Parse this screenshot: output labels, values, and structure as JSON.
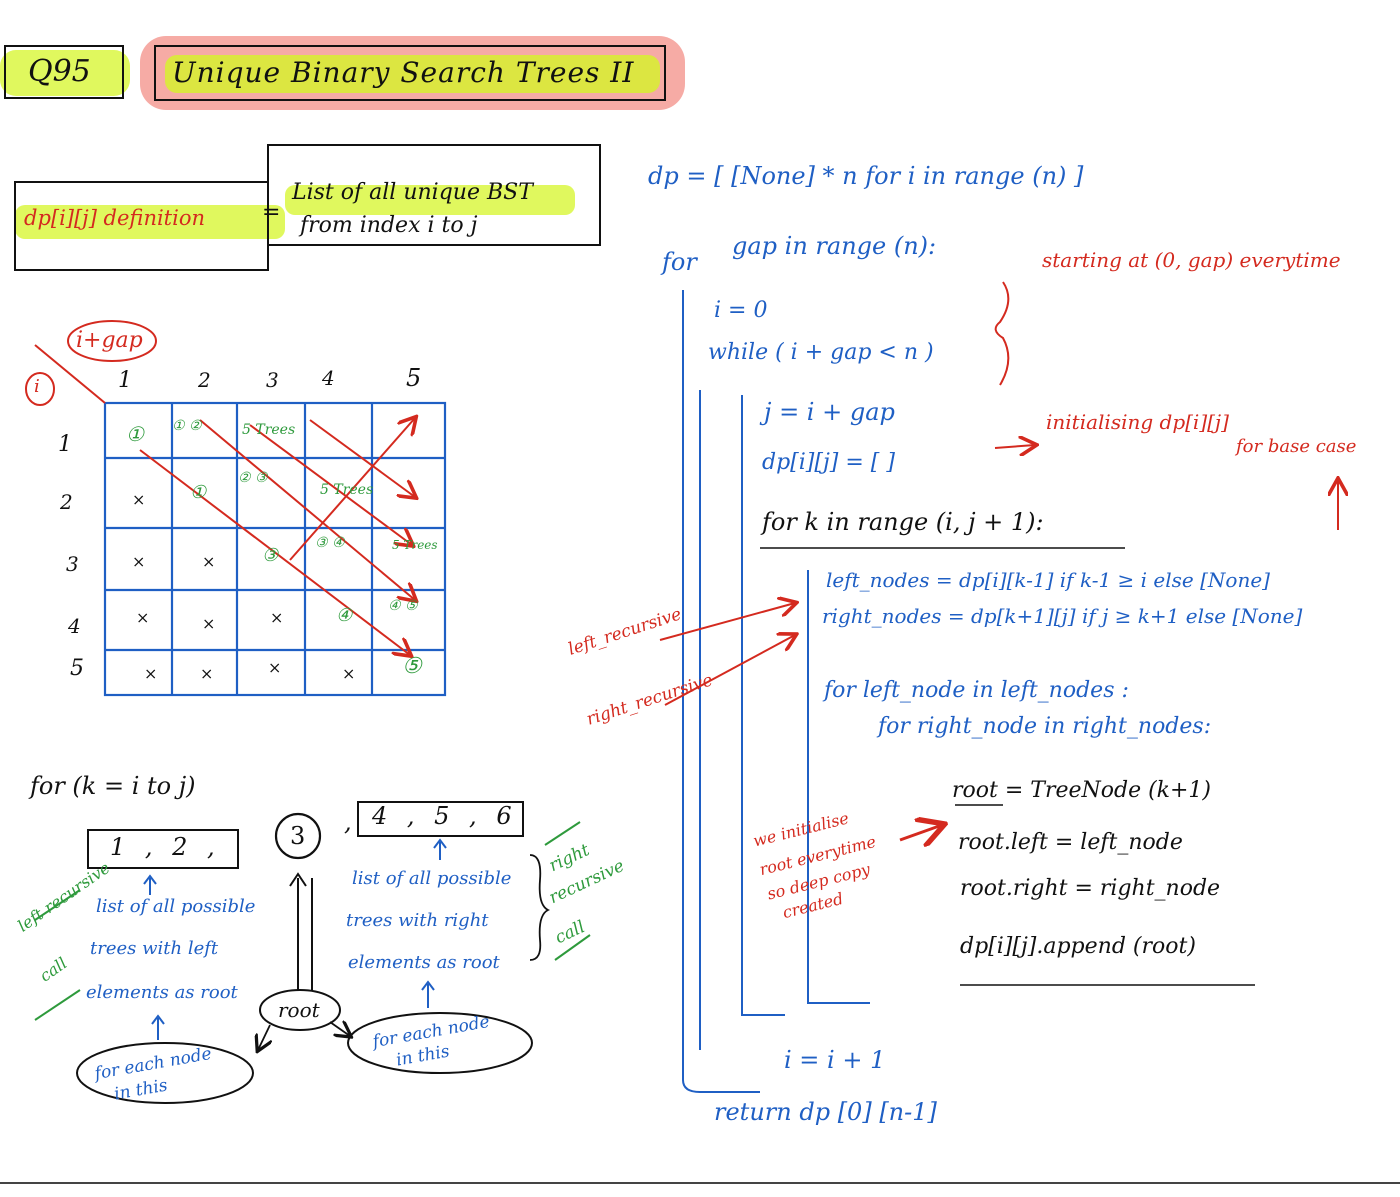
{
  "header": {
    "badge": "Q95",
    "title": "Unique Binary Search Trees II"
  },
  "definition": {
    "term": "dp[i][j] definition",
    "equals": "=",
    "line1": "List of all unique BST",
    "line2": "from index i to j"
  },
  "table": {
    "row_axis": "i",
    "col_axis": "i+gap",
    "col_headers": [
      "1",
      "2",
      "3",
      "4",
      "5"
    ],
    "row_headers": [
      "1",
      "2",
      "3",
      "4",
      "5"
    ],
    "x_mark": "×",
    "cells": {
      "c11": "①",
      "c33": "③",
      "c44": "④",
      "c55": "⑤",
      "c13": "5 Trees",
      "c24": "5 Trees",
      "c35": "5 Trees",
      "c12": "① ②",
      "c23": "② ③",
      "c34": "③ ④",
      "c45": "④ ⑤"
    }
  },
  "recursion": {
    "loop": "for (k = i to j)",
    "left_box": "1 , 2 ,",
    "root_circle": "3",
    "comma": ",",
    "right_box": "4 , 5 , 6",
    "left_desc": [
      "list of all possible",
      "trees with left",
      "elements as root"
    ],
    "right_desc": [
      "list of all possible",
      "trees with right",
      "elements as root"
    ],
    "left_call": [
      "left recursive",
      "call"
    ],
    "right_call": [
      "right",
      "recursive",
      "call"
    ],
    "root_label": "root",
    "each_left": [
      "for each node",
      "in this"
    ],
    "each_right": [
      "for each node",
      "in this"
    ]
  },
  "code": {
    "l1": "dp = [ [None] * n  for i in range (n) ]",
    "l2_kw": "for",
    "l2": "gap in range (n):",
    "l2_note": "starting at (0, gap) everytime",
    "l3": "i = 0",
    "l4": "while ( i + gap < n )",
    "l5": "j = i + gap",
    "l6": "dp[i][j] = [ ]",
    "l6_note": "initialising dp[i][j]",
    "l6_note2": "for base case",
    "l7": "for k in range (i, j + 1):",
    "l8": "left_nodes = dp[i][k-1] if k-1 ≥ i else [None]",
    "l9": "right_nodes = dp[k+1][j] if j ≥ k+1 else [None]",
    "l10": "for left_node in left_nodes :",
    "l11": "for right_node in right_nodes:",
    "l12": "root = TreeNode (k+1)",
    "l13": "root.left = left_node",
    "l14": "root.right = right_node",
    "l15": "dp[i][j].append (root)",
    "l16": "i = i + 1",
    "l17": "return dp [0] [n-1]",
    "left_label": "left_recursive",
    "right_label": "right_recursive",
    "deep_note": [
      "we initialise",
      "root everytime",
      "so deep copy",
      "created"
    ]
  },
  "colors": {
    "black": "#111111",
    "blue": "#1f5fc4",
    "red": "#d42a1f",
    "green": "#2e9a3c",
    "yellow_highlight": "#d6f528",
    "red_highlight": "#f0786e"
  }
}
